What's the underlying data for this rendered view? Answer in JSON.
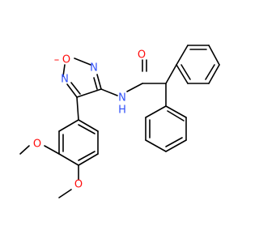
{
  "diagram": {
    "type": "chemical-structure",
    "atom_labels": {
      "carbonyl_oxygen": "O",
      "amide_nitrogen": "N",
      "amide_hydrogen": "H",
      "ring_oxygen": "O",
      "ring_nitrogen_top": "N",
      "ring_nitrogen_left": "N",
      "methoxy_oxygen_1": "O",
      "methoxy_oxygen_2": "O"
    },
    "colors": {
      "oxygen": "#ff0d0d",
      "nitrogen": "#3050f8",
      "carbon": "#000000"
    }
  }
}
